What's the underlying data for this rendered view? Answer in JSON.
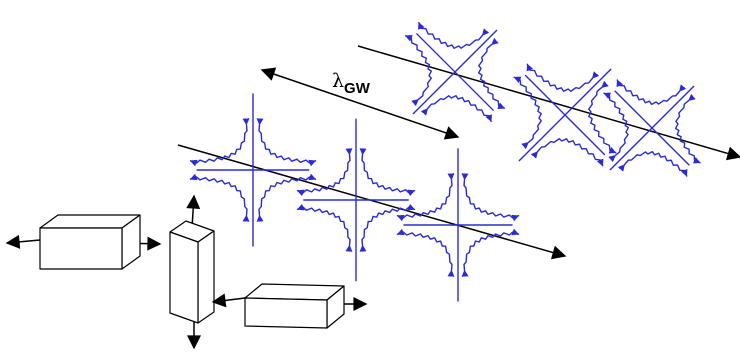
{
  "diagram": {
    "wavelength_label": {
      "symbol": "λ",
      "subscript": "GW"
    },
    "colors": {
      "field_lines": "#2a2ad8",
      "outline": "#000000",
      "background": "#ffffff"
    },
    "icons": [
      "detector-mass-block",
      "plus-polarization-field",
      "propagation-arrow"
    ]
  }
}
